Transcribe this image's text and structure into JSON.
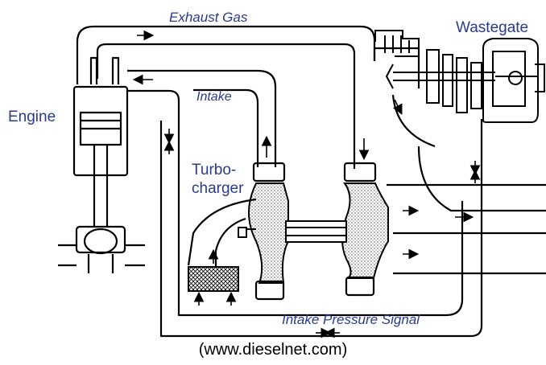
{
  "labels": {
    "exhaust_gas": "Exhaust Gas",
    "wastegate": "Wastegate",
    "engine": "Engine",
    "intake": "Intake",
    "turbocharger_line1": "Turbo-",
    "turbocharger_line2": "charger",
    "intake_pressure_signal": "Intake Pressure Signal"
  },
  "credit": "(www.dieselnet.com)",
  "colors": {
    "label_blue": "#2b3a8f",
    "line": "#000000",
    "background": "#ffffff"
  },
  "icons": {
    "flow_arrow": "arrow-icon",
    "air_filter": "filter-icon"
  }
}
